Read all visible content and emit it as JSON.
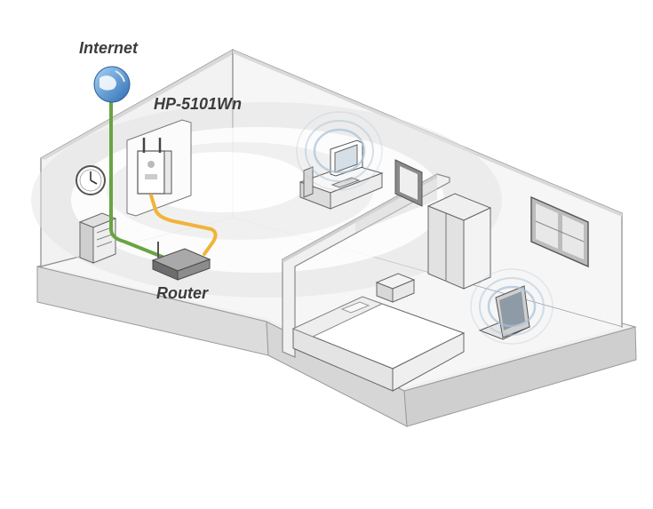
{
  "labels": {
    "internet": "Internet",
    "device": "HP-5101Wn",
    "router": "Router"
  },
  "colors": {
    "ethernet_cable": "#6aa343",
    "powerline_cable": "#f1b338",
    "wall_fill": "#f3f3f3",
    "wall_stroke": "#8a8a8a",
    "floor_fill": "#e9e9e9",
    "signal": "#bcd3e6"
  },
  "icons": {
    "internet": "globe-icon",
    "clock": "clock-icon",
    "laptop": "laptop-icon",
    "desktop": "desktop-computer-icon",
    "router": "router-icon",
    "extender": "powerline-adapter-icon"
  }
}
